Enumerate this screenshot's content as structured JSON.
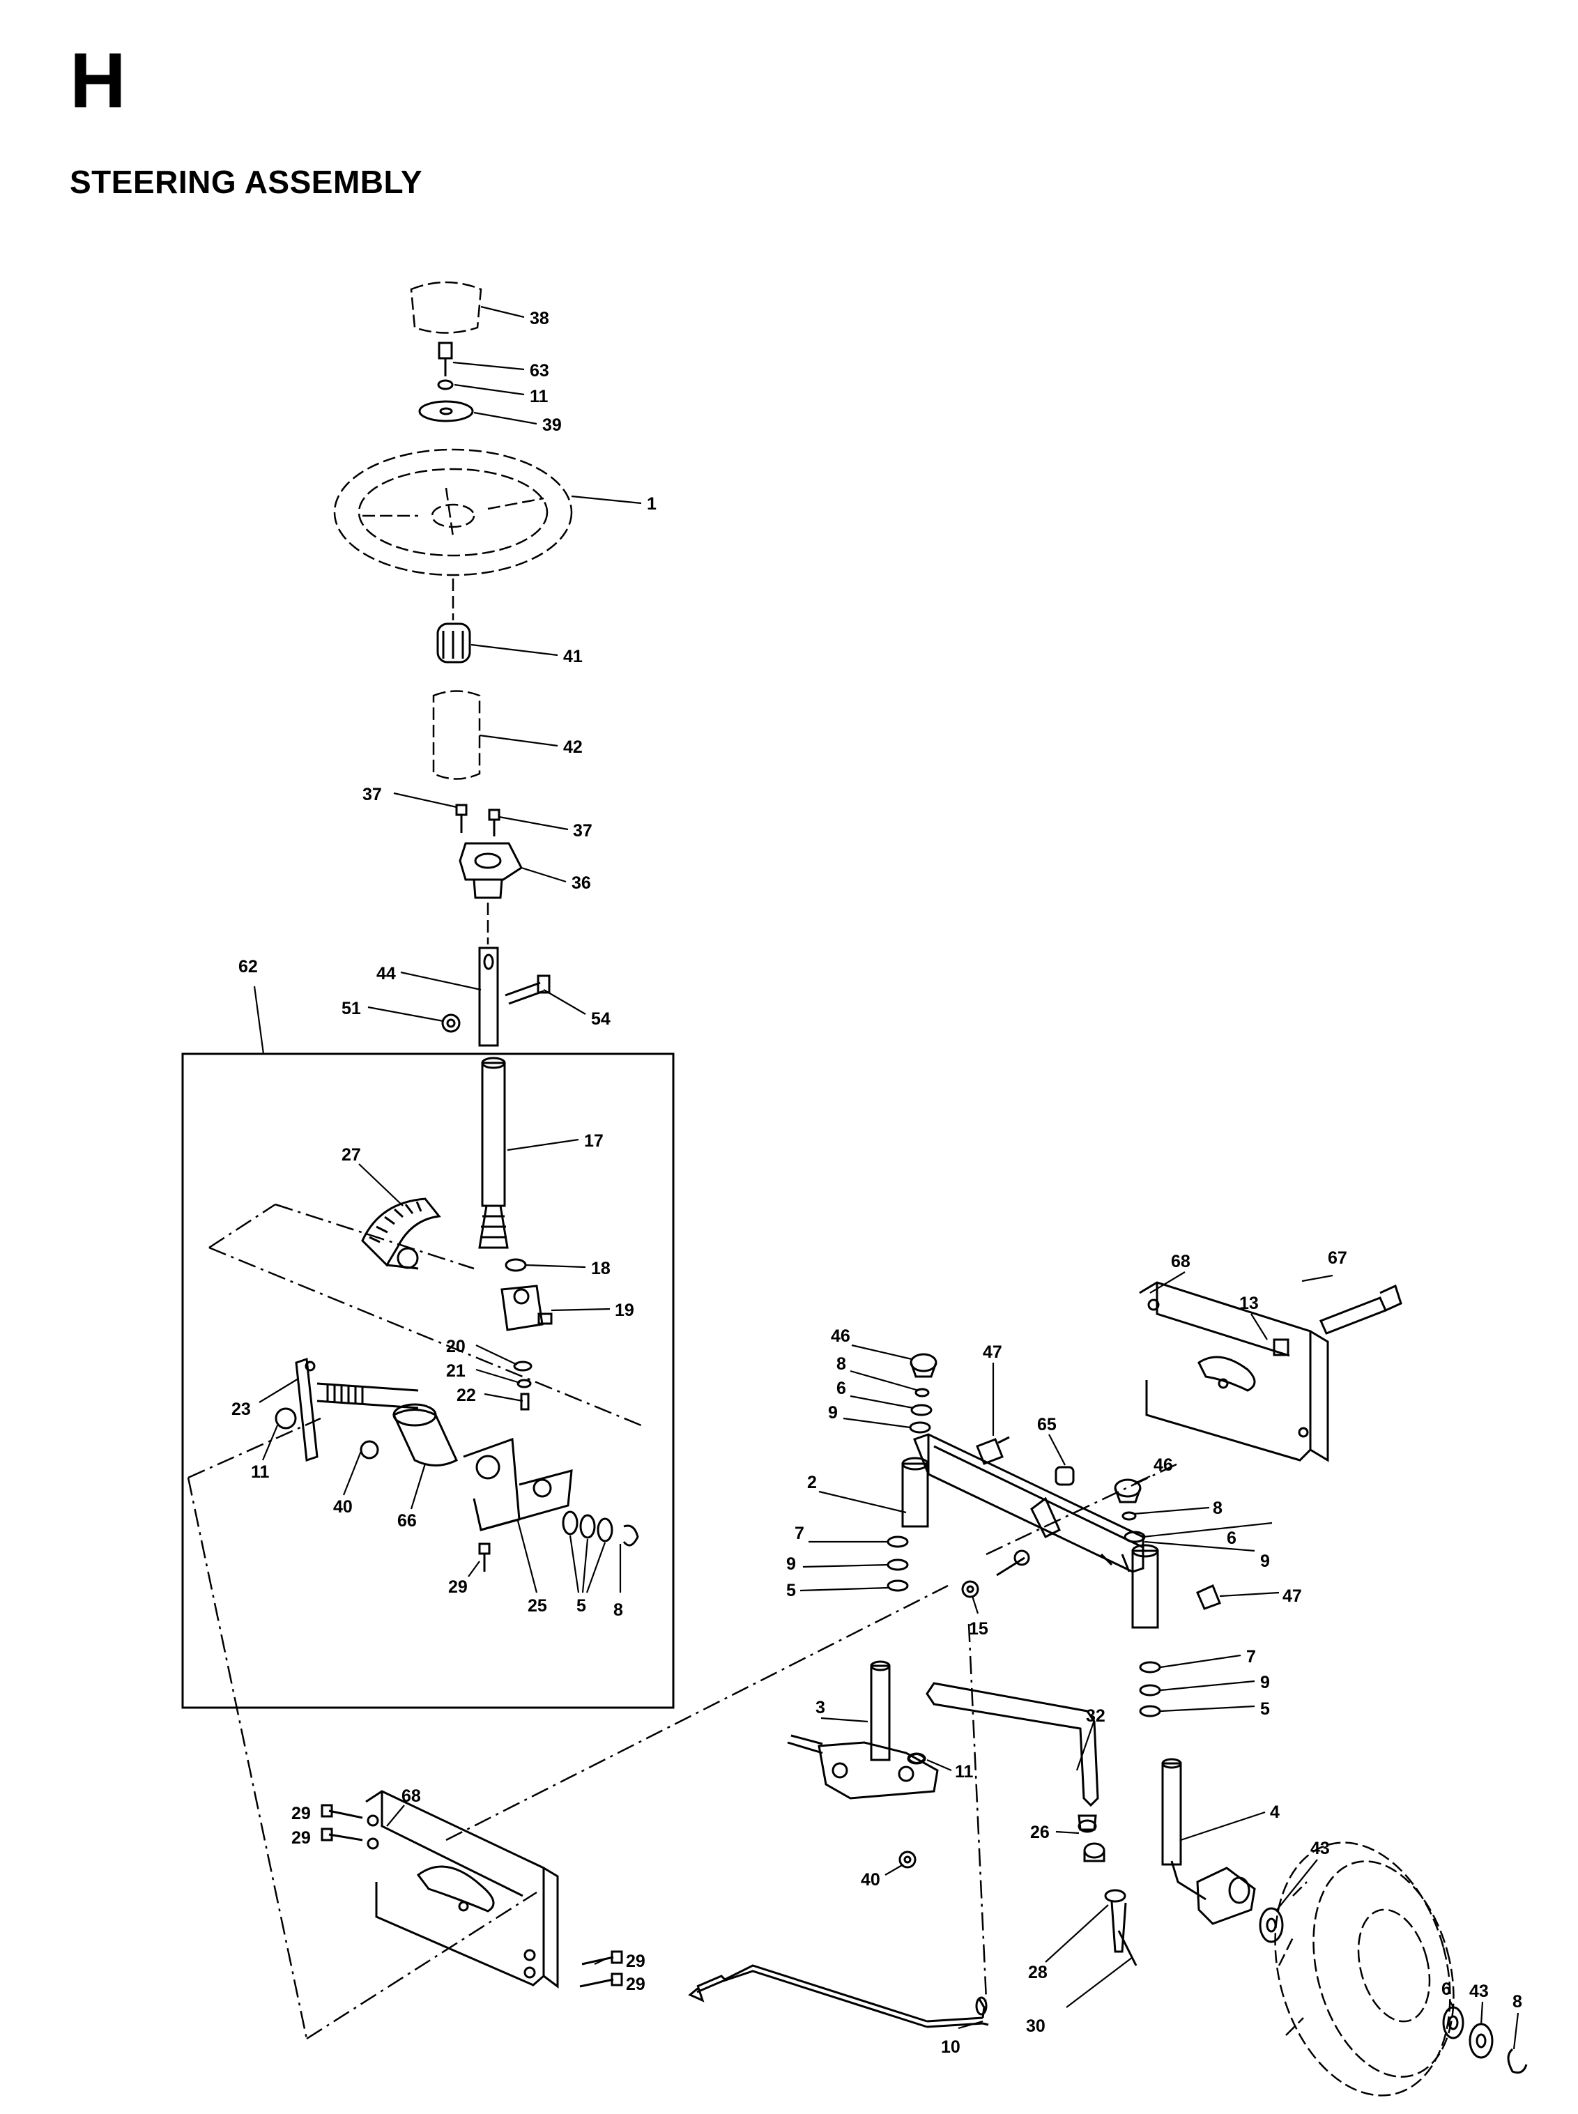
{
  "section_letter": "H",
  "section_title": "STEERING ASSEMBLY",
  "callouts": {
    "c38": "38",
    "c63": "63",
    "c11a": "11",
    "c39": "39",
    "c1": "1",
    "c41": "41",
    "c42": "42",
    "c37a": "37",
    "c37b": "37",
    "c36": "36",
    "c62": "62",
    "c44": "44",
    "c54": "54",
    "c51": "51",
    "c17": "17",
    "c27": "27",
    "c18": "18",
    "c19": "19",
    "c20": "20",
    "c21": "21",
    "c22": "22",
    "c23": "23",
    "c11b": "11",
    "c40a": "40",
    "c66": "66",
    "c29a": "29",
    "c25": "25",
    "c5a": "5",
    "c8a": "8",
    "c68a": "68",
    "c67": "67",
    "c13": "13",
    "c46a": "46",
    "c8b": "8",
    "c6a": "6",
    "c9a": "9",
    "c47a": "47",
    "c65": "65",
    "c2": "2",
    "c7a": "7",
    "c9b": "9",
    "c5b": "5",
    "c15": "15",
    "c46b": "46",
    "c8c": "8",
    "c6b": "6",
    "c9c": "9",
    "c47b": "47",
    "c7b": "7",
    "c9d": "9",
    "c5c": "5",
    "c3": "3",
    "c32": "32",
    "c11c": "11",
    "c4": "4",
    "c68b": "68",
    "c29b": "29",
    "c29c": "29",
    "c29d": "29",
    "c29e": "29",
    "c26": "26",
    "c40b": "40",
    "c43a": "43",
    "c28": "28",
    "c10": "10",
    "c30": "30",
    "c6c": "6",
    "c43b": "43",
    "c8d": "8"
  }
}
